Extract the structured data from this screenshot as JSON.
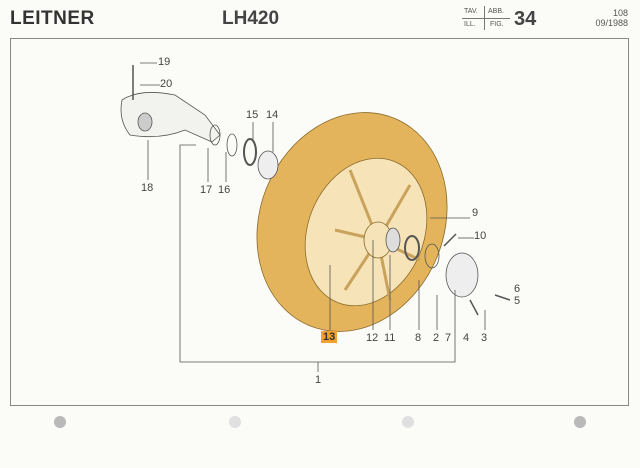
{
  "header": {
    "brand": "LEITNER",
    "model": "LH420",
    "tav_label": "TAV.",
    "abb_label": "ABB.",
    "ill_label": "ILL.",
    "fig_label": "FIG.",
    "figure_number": "34",
    "page_number": "108",
    "date": "09/1988"
  },
  "diagram": {
    "highlight_color": "#f2a12c",
    "tire_color": "#e3b45c",
    "highlighted_part": "13",
    "callouts": [
      "1",
      "2",
      "3",
      "4",
      "5",
      "6",
      "7",
      "8",
      "9",
      "10",
      "11",
      "12",
      "13",
      "14",
      "15",
      "16",
      "17",
      "18",
      "19",
      "20"
    ]
  }
}
